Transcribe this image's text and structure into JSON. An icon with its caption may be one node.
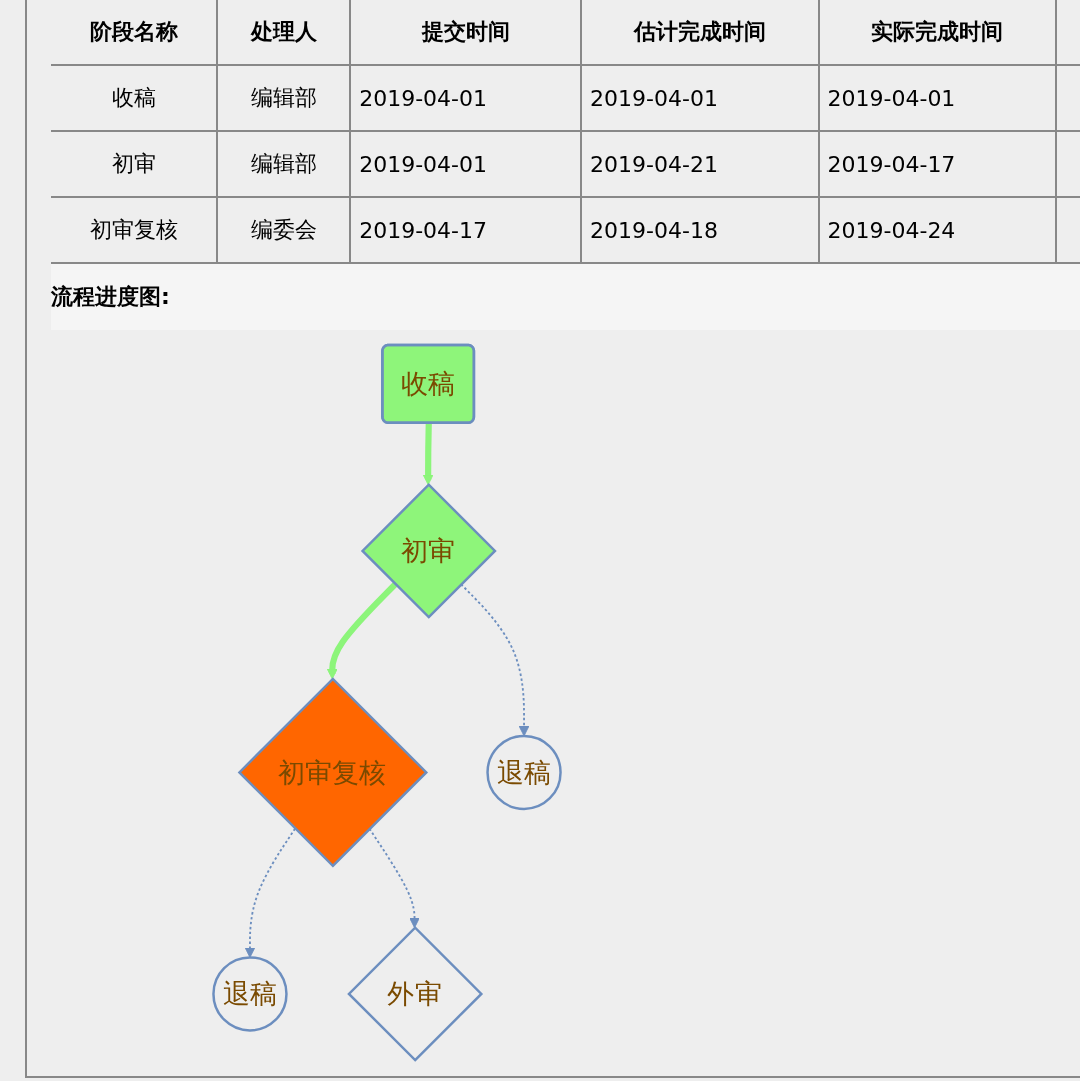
{
  "diagram": {
    "nodes": [
      {
        "text": [
          "收稿"
        ]
      },
      {
        "text": [
          "初审"
        ]
      },
      {
        "text": [
          "初审复核"
        ]
      },
      {
        "text": [
          "退稿"
        ]
      },
      {
        "text": [
          "退稿"
        ]
      },
      {
        "text": [
          "外审"
        ]
      }
    ],
    "edges": [
      {
        "from": 0,
        "to": 1,
        "arrow": "to",
        "style": "thick",
        "color": "#8cf57a"
      },
      {
        "from": 1,
        "to": 2,
        "arrow": "to",
        "style": "thick",
        "color": "#8cf57a"
      },
      {
        "from": 1,
        "to": 3,
        "arrow": "to",
        "style": "dashed"
      },
      {
        "from": 2,
        "to": 4,
        "arrow": "to",
        "style": "dashed"
      },
      {
        "from": 2,
        "to": 5,
        "arrow": "to",
        "style": "dashed"
      }
    ],
    "labels": [
      "阶段名称",
      "处理人",
      "提交时间",
      "估计完成时间",
      "实际完成时间",
      "收稿",
      "编辑部",
      "2019-04-01",
      "2019-04-01",
      "2019-04-01",
      "初审",
      "编辑部",
      "2019-04-01",
      "2019-04-21",
      "2019-04-17",
      "初审复核",
      "编委会",
      "2019-04-17",
      "2019-04-18",
      "2019-04-24",
      "流程进度图:"
    ]
  }
}
